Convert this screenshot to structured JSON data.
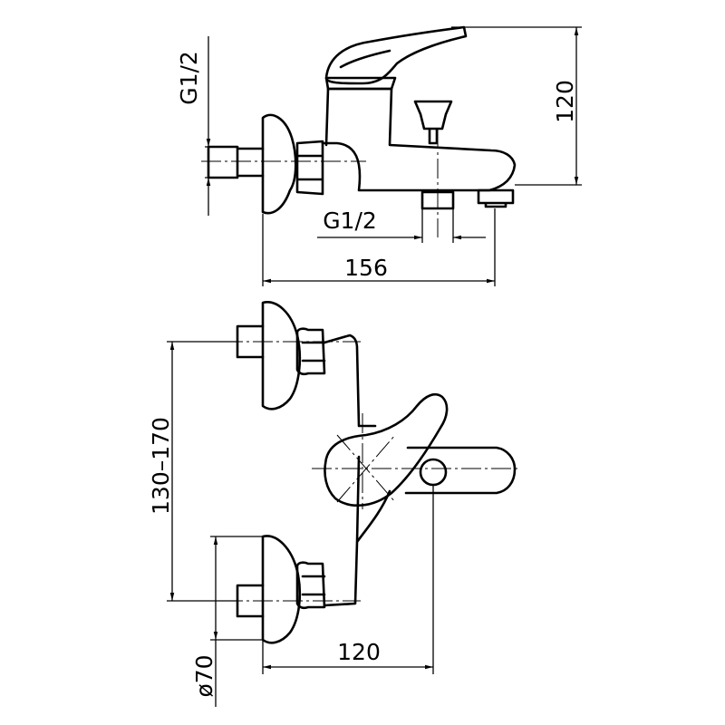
{
  "dimensions": {
    "side_thread_g12": "G1/2",
    "outlet_thread_g12": "G1/2",
    "width_156": "156",
    "height_120": "120",
    "centers_130_170": "130–170",
    "depth_120": "120",
    "diameter_70": "ø70"
  }
}
